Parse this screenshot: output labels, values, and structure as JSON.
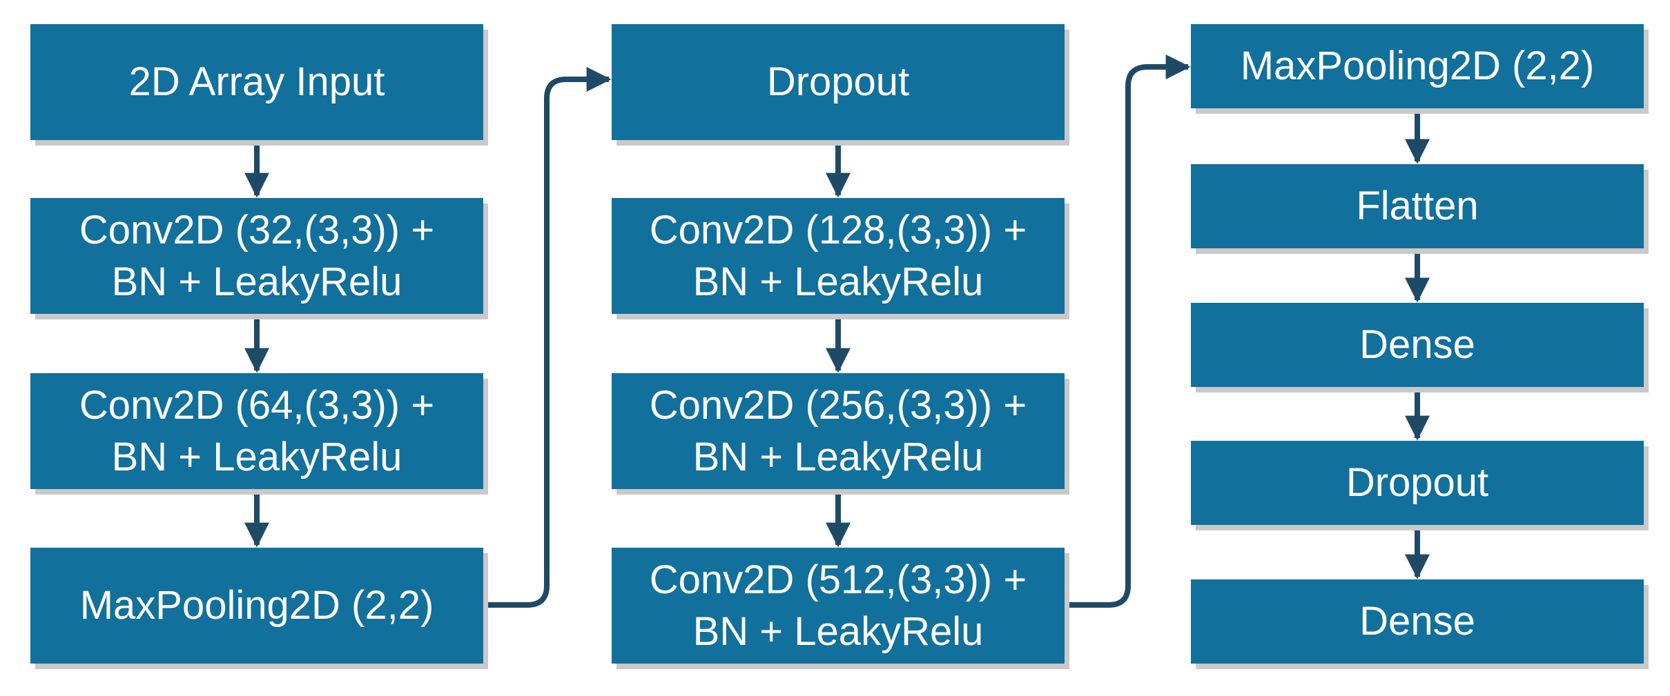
{
  "diagram": {
    "columns": [
      {
        "nodes": [
          {
            "id": "c1n1",
            "lines": [
              "2D Array Input"
            ]
          },
          {
            "id": "c1n2",
            "lines": [
              "Conv2D (32,(3,3)) +",
              "BN + LeakyRelu"
            ]
          },
          {
            "id": "c1n3",
            "lines": [
              "Conv2D (64,(3,3)) +",
              "BN + LeakyRelu"
            ]
          },
          {
            "id": "c1n4",
            "lines": [
              "MaxPooling2D (2,2)"
            ]
          }
        ]
      },
      {
        "nodes": [
          {
            "id": "c2n1",
            "lines": [
              "Dropout"
            ]
          },
          {
            "id": "c2n2",
            "lines": [
              "Conv2D (128,(3,3)) +",
              "BN + LeakyRelu"
            ]
          },
          {
            "id": "c2n3",
            "lines": [
              "Conv2D (256,(3,3)) +",
              "BN + LeakyRelu"
            ]
          },
          {
            "id": "c2n4",
            "lines": [
              "Conv2D (512,(3,3)) +",
              "BN + LeakyRelu"
            ]
          }
        ]
      },
      {
        "nodes": [
          {
            "id": "c3n1",
            "lines": [
              "MaxPooling2D (2,2)"
            ]
          },
          {
            "id": "c3n2",
            "lines": [
              "Flatten"
            ]
          },
          {
            "id": "c3n3",
            "lines": [
              "Dense"
            ]
          },
          {
            "id": "c3n4",
            "lines": [
              "Dropout"
            ]
          },
          {
            "id": "c3n5",
            "lines": [
              "Dense"
            ]
          }
        ]
      }
    ],
    "colors": {
      "node_fill": "#12709c",
      "node_text": "#ffffff",
      "node_shadow": "#c9c9c9",
      "connector": "#1f4a66"
    }
  }
}
